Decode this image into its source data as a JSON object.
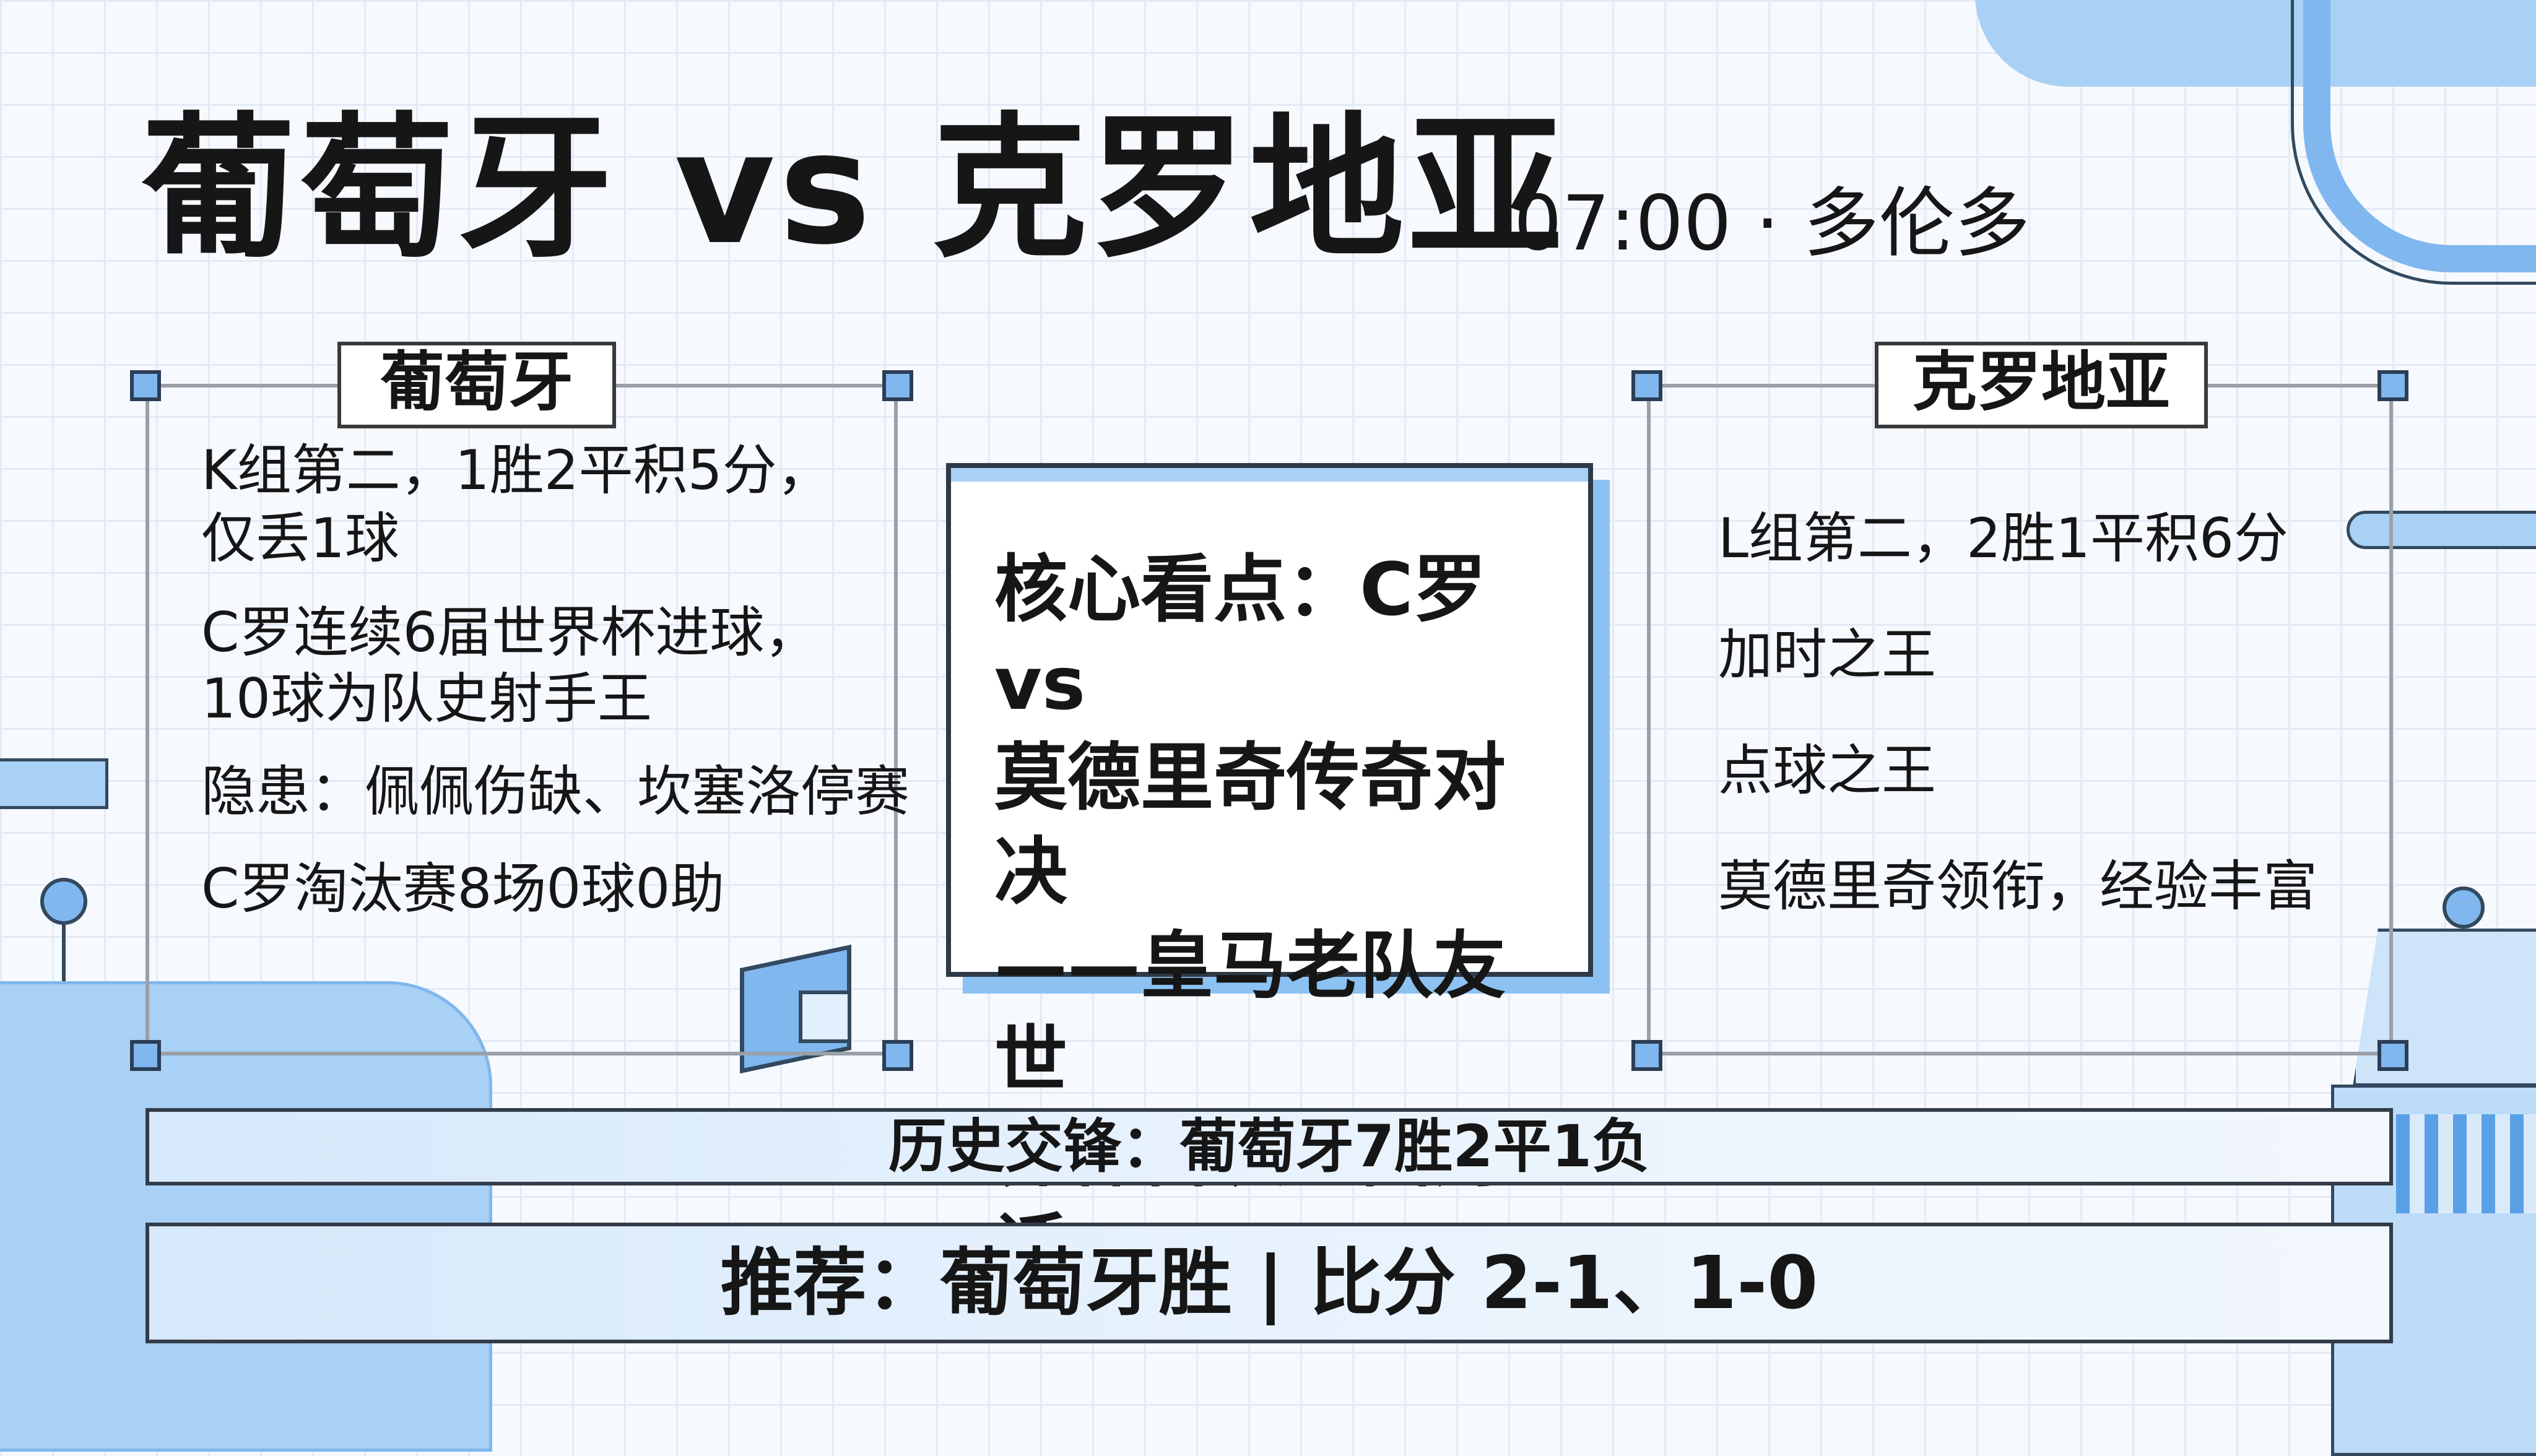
{
  "header": {
    "title": "葡萄牙 vs 克罗地亚",
    "subtitle": "07:00 · 多伦多"
  },
  "left_panel": {
    "label": "葡萄牙",
    "items": [
      "K组第二，1胜2平积5分，",
      "仅丢1球",
      "C罗连续6届世界杯进球，",
      "10球为队史射手王",
      "隐患：佩佩伤缺、坎塞洛停赛",
      "C罗淘汰赛8场0球0助"
    ]
  },
  "right_panel": {
    "label": "克罗地亚",
    "items": [
      "L组第二，2胜1平积6分",
      "加时之王",
      "点球之王",
      "莫德里奇领衔，经验丰富"
    ]
  },
  "center_card": {
    "lines": [
      "核心看点：C罗 vs",
      "莫德里奇传奇对决",
      "——皇马老队友世",
      "界杯首次正面对话"
    ]
  },
  "history_bar": "历史交锋：葡萄牙7胜2平1负",
  "recommend_bar": "推荐：葡萄牙胜 | 比分 2-1、1-0",
  "colors": {
    "accent_blue": "#7fb7ee",
    "light_blue": "#d6e8fb",
    "card_shadow": "#8cc2f2",
    "dark_text": "#161616",
    "outline": "#2f3a48"
  }
}
